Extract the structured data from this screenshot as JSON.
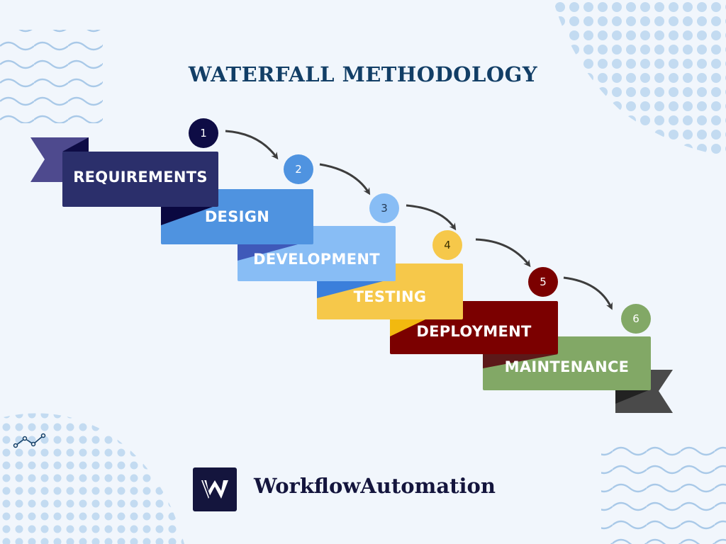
{
  "title": "WATERFALL METHODOLOGY",
  "steps": [
    {
      "number": "1",
      "label": "REQUIREMENTS",
      "color": "#2b2f6b",
      "badge_color": "#0e0c45"
    },
    {
      "number": "2",
      "label": "DESIGN",
      "color": "#4f93e0",
      "badge_color": "#4f93e0"
    },
    {
      "number": "3",
      "label": "DEVELOPMENT",
      "color": "#88bdf5",
      "badge_color": "#88bdf5"
    },
    {
      "number": "4",
      "label": "TESTING",
      "color": "#f6c84a",
      "badge_color": "#f6c84a"
    },
    {
      "number": "5",
      "label": "DEPLOYMENT",
      "color": "#7b0000",
      "badge_color": "#7b0000"
    },
    {
      "number": "6",
      "label": "MAINTENANCE",
      "color": "#82a866",
      "badge_color": "#82a866"
    }
  ],
  "brand": {
    "name": "WorkflowAutomation",
    "logo_icon": "w-logo-icon",
    "logo_color": "#14153d"
  }
}
